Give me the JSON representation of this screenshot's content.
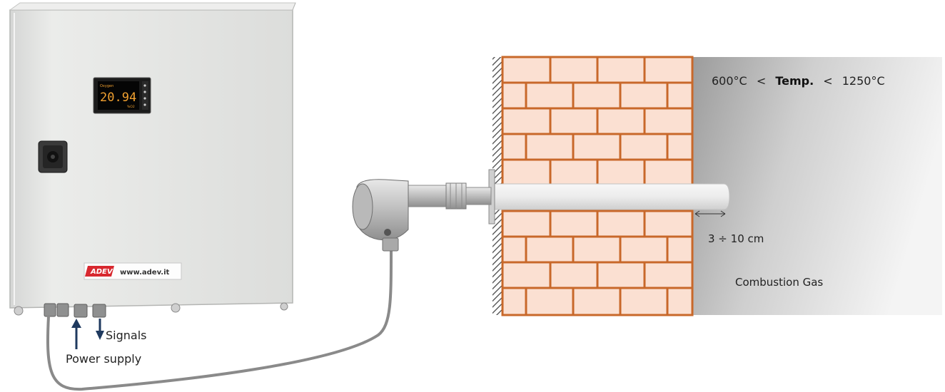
{
  "display": {
    "reading": "20.94",
    "small_top": "Oxygen",
    "small_unit": "%O2"
  },
  "brand": {
    "logo": "ADEV",
    "url": "www.adev.it"
  },
  "labels": {
    "signals": "Signals",
    "power_supply": "Power supply",
    "temp_left": "600°C",
    "temp_lt1": "<",
    "temp_word": "Temp.",
    "temp_lt2": "<",
    "temp_right": "1250°C",
    "distance": "3 ÷ 10 cm",
    "gas": "Combustion Gas"
  },
  "colors": {
    "brick": "#fbe0d2",
    "mortar": "#c8682a",
    "arrow": "#1f3a5f",
    "cable": "#8a8a8a",
    "cabinet": "#e4e5e4",
    "display_text": "#f0a030"
  }
}
